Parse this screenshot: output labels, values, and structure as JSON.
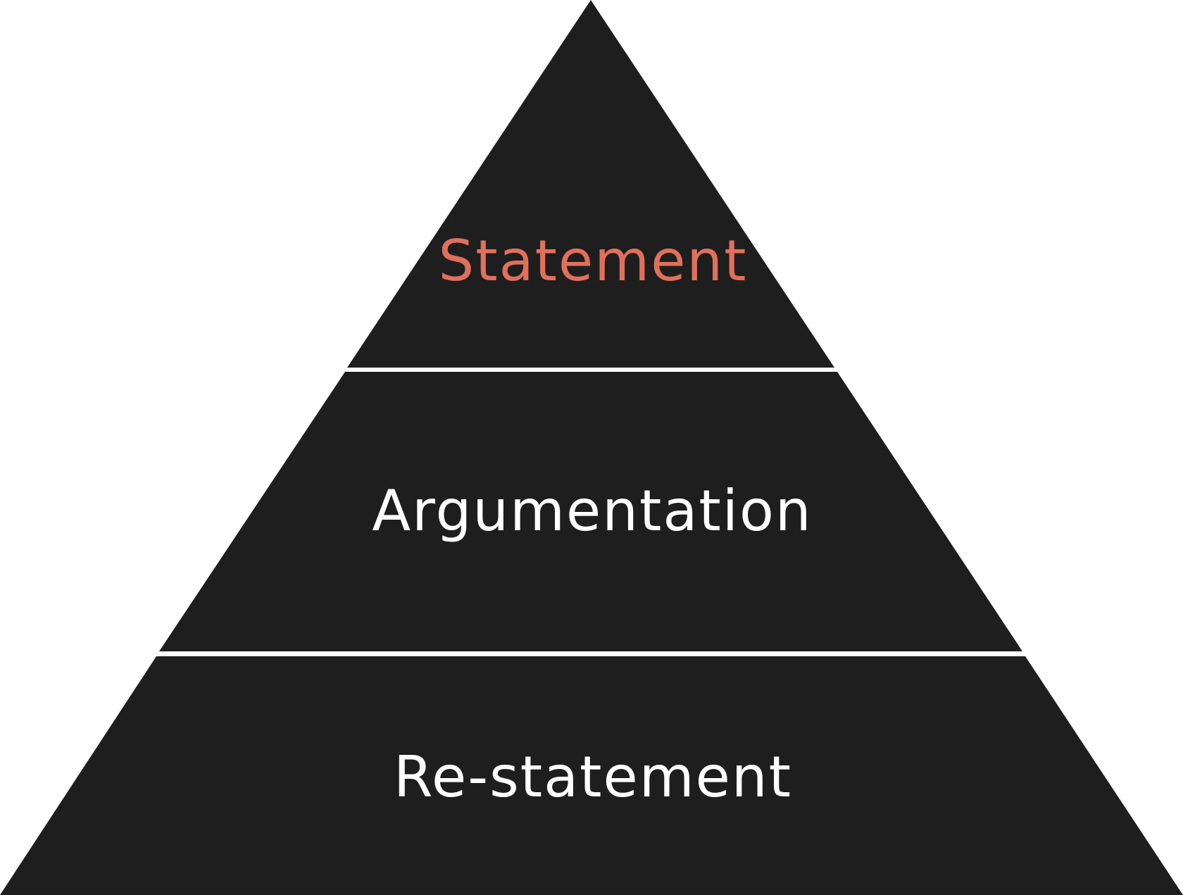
{
  "diagram": {
    "type": "pyramid",
    "fill_color": "#1e1e1e",
    "separator_color": "#ffffff",
    "tiers": [
      {
        "label": "Statement",
        "text_color": "#e0705c"
      },
      {
        "label": "Argumentation",
        "text_color": "#ffffff"
      },
      {
        "label": "Re-statement",
        "text_color": "#ffffff"
      }
    ]
  }
}
